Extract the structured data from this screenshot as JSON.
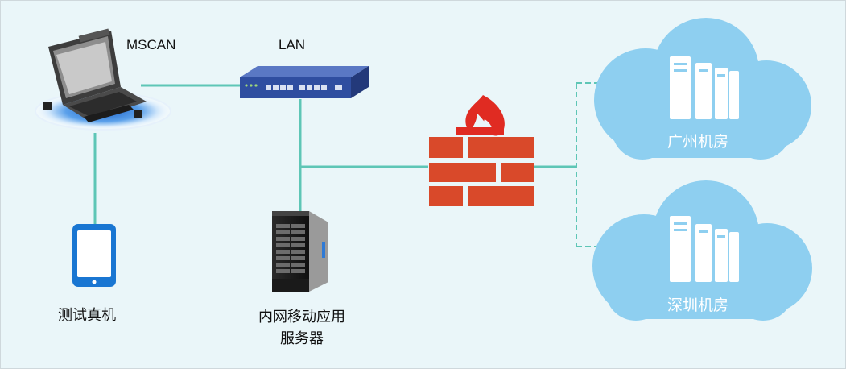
{
  "labels": {
    "laptop": "MSCAN",
    "switch": "LAN",
    "tablet": "测试真机",
    "server_line1": "内网移动应用",
    "server_line2": "服务器",
    "cloud_top": "广州机房",
    "cloud_bottom": "深圳机房"
  },
  "colors": {
    "background": "#eaf6f9",
    "link": "#5ec6b6",
    "cloud": "#8ecff0",
    "firewall_brick": "#d9492a",
    "tablet": "#1976d2",
    "switch": "#3454a4"
  },
  "icons": {
    "laptop": "rugged-laptop-icon",
    "switch": "network-switch-icon",
    "tablet": "tablet-icon",
    "server": "tower-server-icon",
    "firewall": "firewall-icon",
    "cloud": "cloud-datacenter-icon"
  }
}
